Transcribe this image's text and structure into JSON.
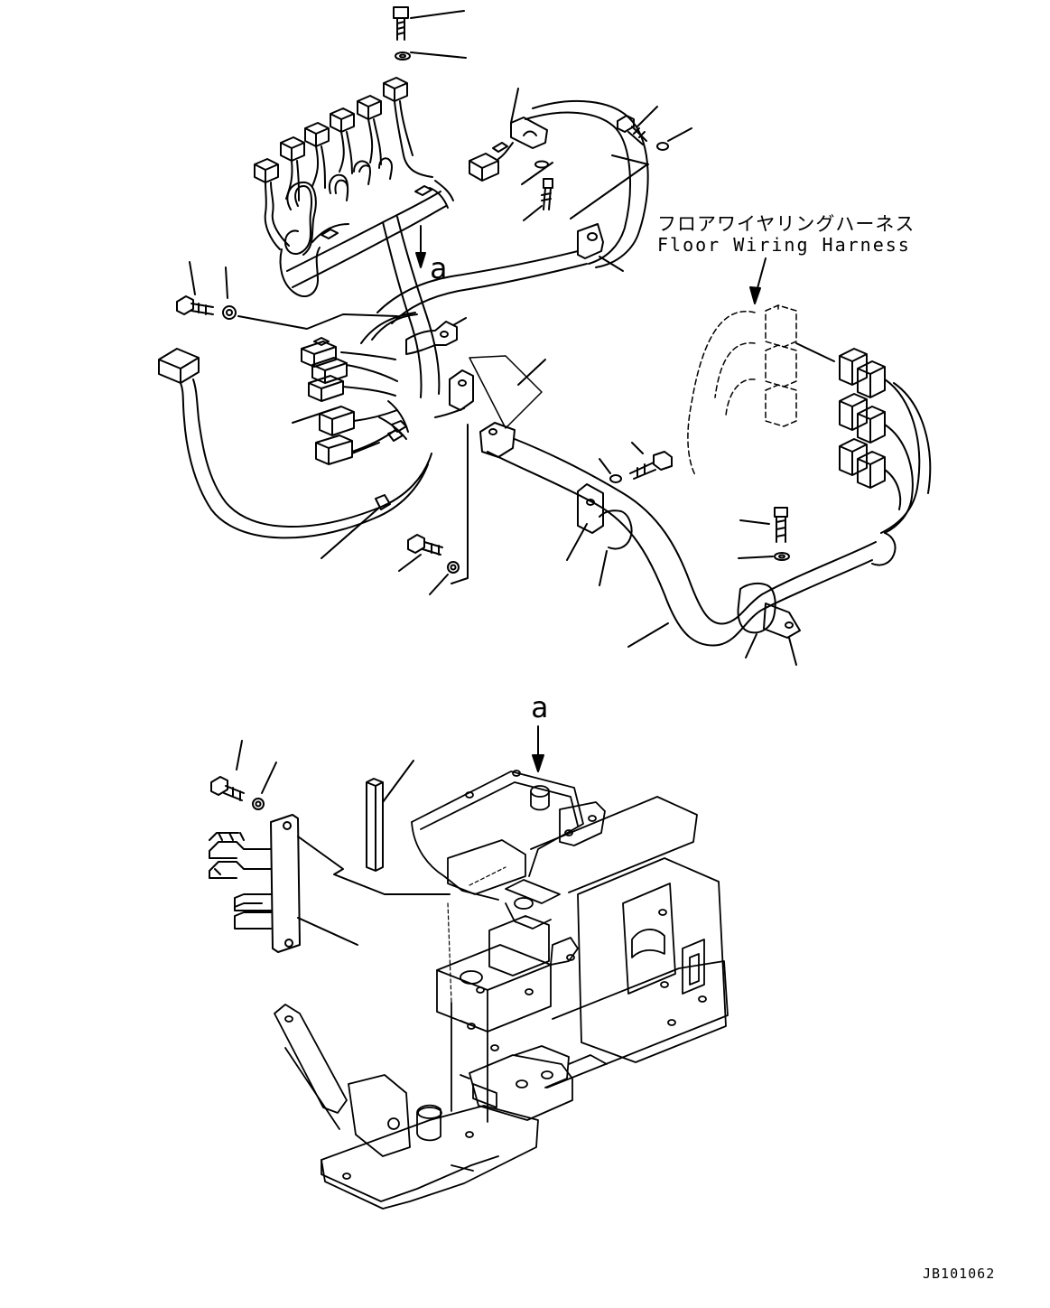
{
  "labels": {
    "harness_name_jp": "フロアワイヤリングハーネス",
    "harness_name_en": "Floor Wiring Harness",
    "view_reference_top": "a",
    "view_reference_bottom": "a",
    "drawing_code": "JB101062"
  },
  "colors": {
    "line": "#000000",
    "background": "#ffffff"
  }
}
